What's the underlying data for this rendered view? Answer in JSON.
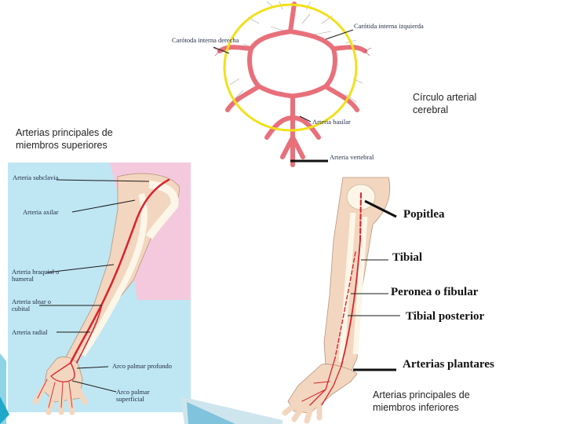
{
  "brain": {
    "label_carotid_right": "Carótoda interna derecha",
    "label_carotid_left": "Carótida interna izquierda",
    "label_basilar": "Arteria basilar",
    "label_vertebral": "Arteria vertebral",
    "caption": "Círculo arterial cerebral"
  },
  "arm": {
    "caption": "Arterias principales de miembros superiores",
    "labels": {
      "subclavia": "Arteria subclavia",
      "axilar": "Arteria axilar",
      "braquial": "Arteria braquial o humeral",
      "ulnar": "Arteria ulnar o cubital",
      "radial": "Arteria radial",
      "arco_profundo": "Arco palmar profundo",
      "arco_superficial": "Arco palmar superficial"
    }
  },
  "leg": {
    "labels": {
      "popitlea": "Popitlea",
      "tibial": "Tibial",
      "peronea": "Peronea o fibular",
      "tibial_posterior": "Tibial posterior",
      "plantares": "Arterias plantares"
    },
    "caption": "Arterias principales de miembros inferiores"
  },
  "colors": {
    "artery_red": "#d9232d",
    "vessel_pink": "#e8707a",
    "circle_yellow": "#f2e01a",
    "slide_accent": "#1fa8c9"
  }
}
